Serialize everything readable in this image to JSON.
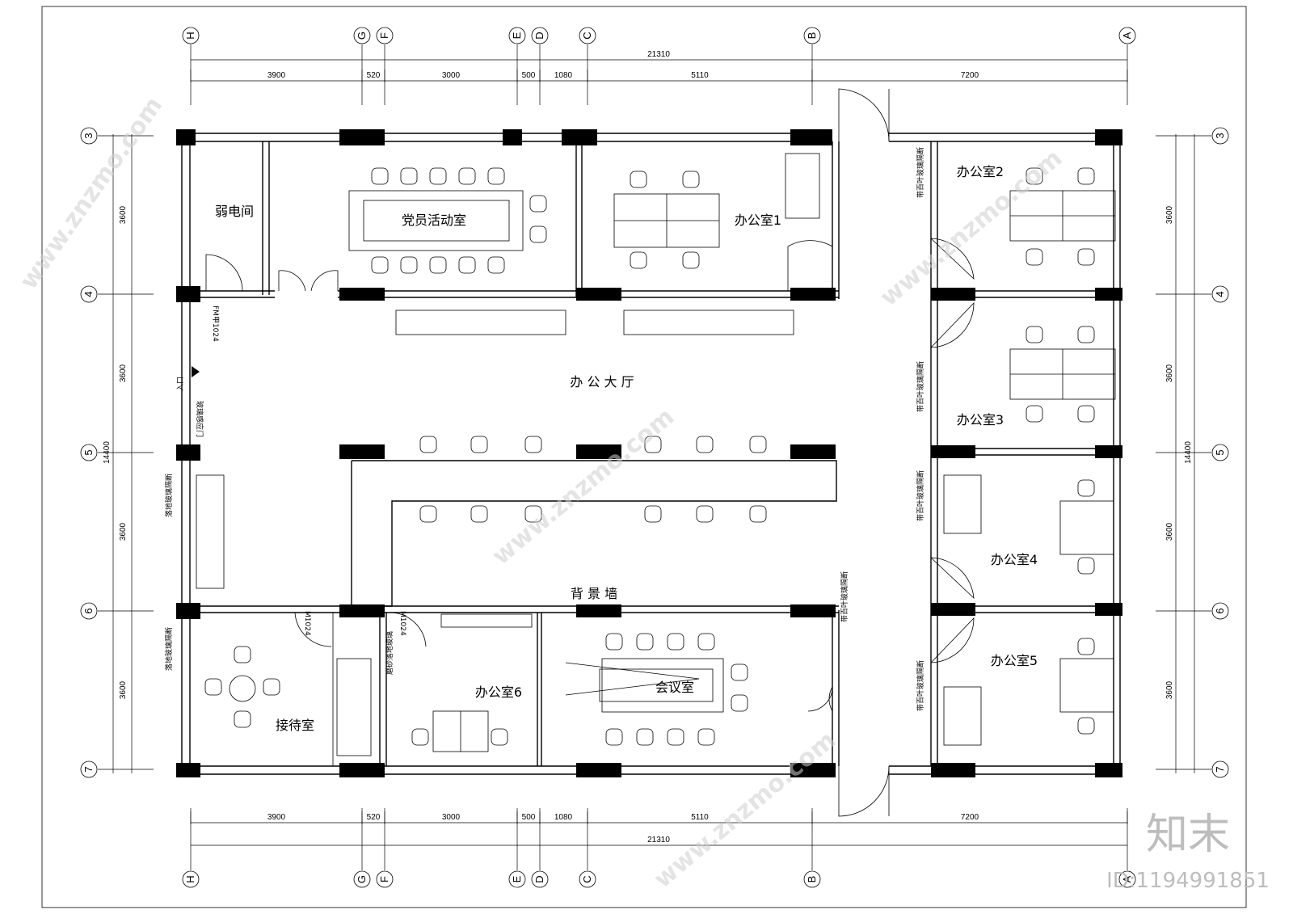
{
  "rooms": {
    "weak_current": "弱电间",
    "party_room": "党员活动室",
    "office1": "办公室1",
    "office2": "办公室2",
    "office3": "办公室3",
    "office4": "办公室4",
    "office5": "办公室5",
    "office6": "办公室6",
    "hall": "办 公 大 厅",
    "reception": "接待室",
    "meeting": "会议室",
    "bg_wall": "背 景 墙",
    "entrance": "入口"
  },
  "axes": {
    "columns": [
      "H",
      "G",
      "F",
      "E",
      "D",
      "C",
      "B",
      "A"
    ],
    "rows": [
      "3",
      "4",
      "5",
      "6",
      "7"
    ]
  },
  "dimensions": {
    "total_width": "21310",
    "segments": [
      "3900",
      "520",
      "3000",
      "500",
      "1080",
      "5110",
      "7200"
    ],
    "total_height": "14400",
    "row_segments": [
      "3600",
      "3600",
      "3600",
      "3600"
    ]
  },
  "annotations": {
    "door_code": "M1024",
    "door_code_fm": "FM甲1024",
    "glass_door": "玻璃感应门",
    "partition": "带百叶玻璃隔断",
    "floor_glass": "落地玻璃隔断",
    "frosted_glass": "磨砂落地玻璃"
  },
  "watermark": {
    "site": "www.znzmo.com",
    "brand": "知末",
    "id": "ID:1194991851"
  }
}
